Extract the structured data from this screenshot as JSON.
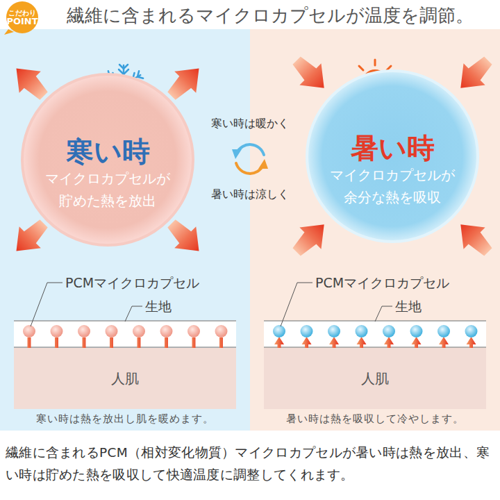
{
  "diagram": {
    "title": "繊維に含まれるマイクロカプセルが温度を調節。",
    "caption": "繊維に含まれるPCM（相対変化物質）マイクロカプセルが暑い時は熱を放出、寒い時は貯めた熱を吸収して快適温度に調整してくれます。",
    "nodes": [
      {
        "text": [
          "こだわり",
          "POINT"
        ]
      },
      {
        "text": [
          "寒い時",
          "マイクロカプセルが 貯めた熱を放出"
        ]
      },
      {
        "text": [
          "暑い時",
          "マイクロカプセルが 余分な熱を吸収"
        ]
      },
      {
        "text": [
          "人肌"
        ]
      },
      {
        "text": [
          "人肌"
        ]
      }
    ],
    "labels": [
      "寒い時は暖かく",
      "暑い時は涼しく",
      "PCMマイクロカプセル",
      "生地",
      "寒い時は熱を放出し肌を暖めます。",
      "PCMマイクロカプセル",
      "生地",
      "暑い時は熱を吸収して冷やします。"
    ]
  }
}
